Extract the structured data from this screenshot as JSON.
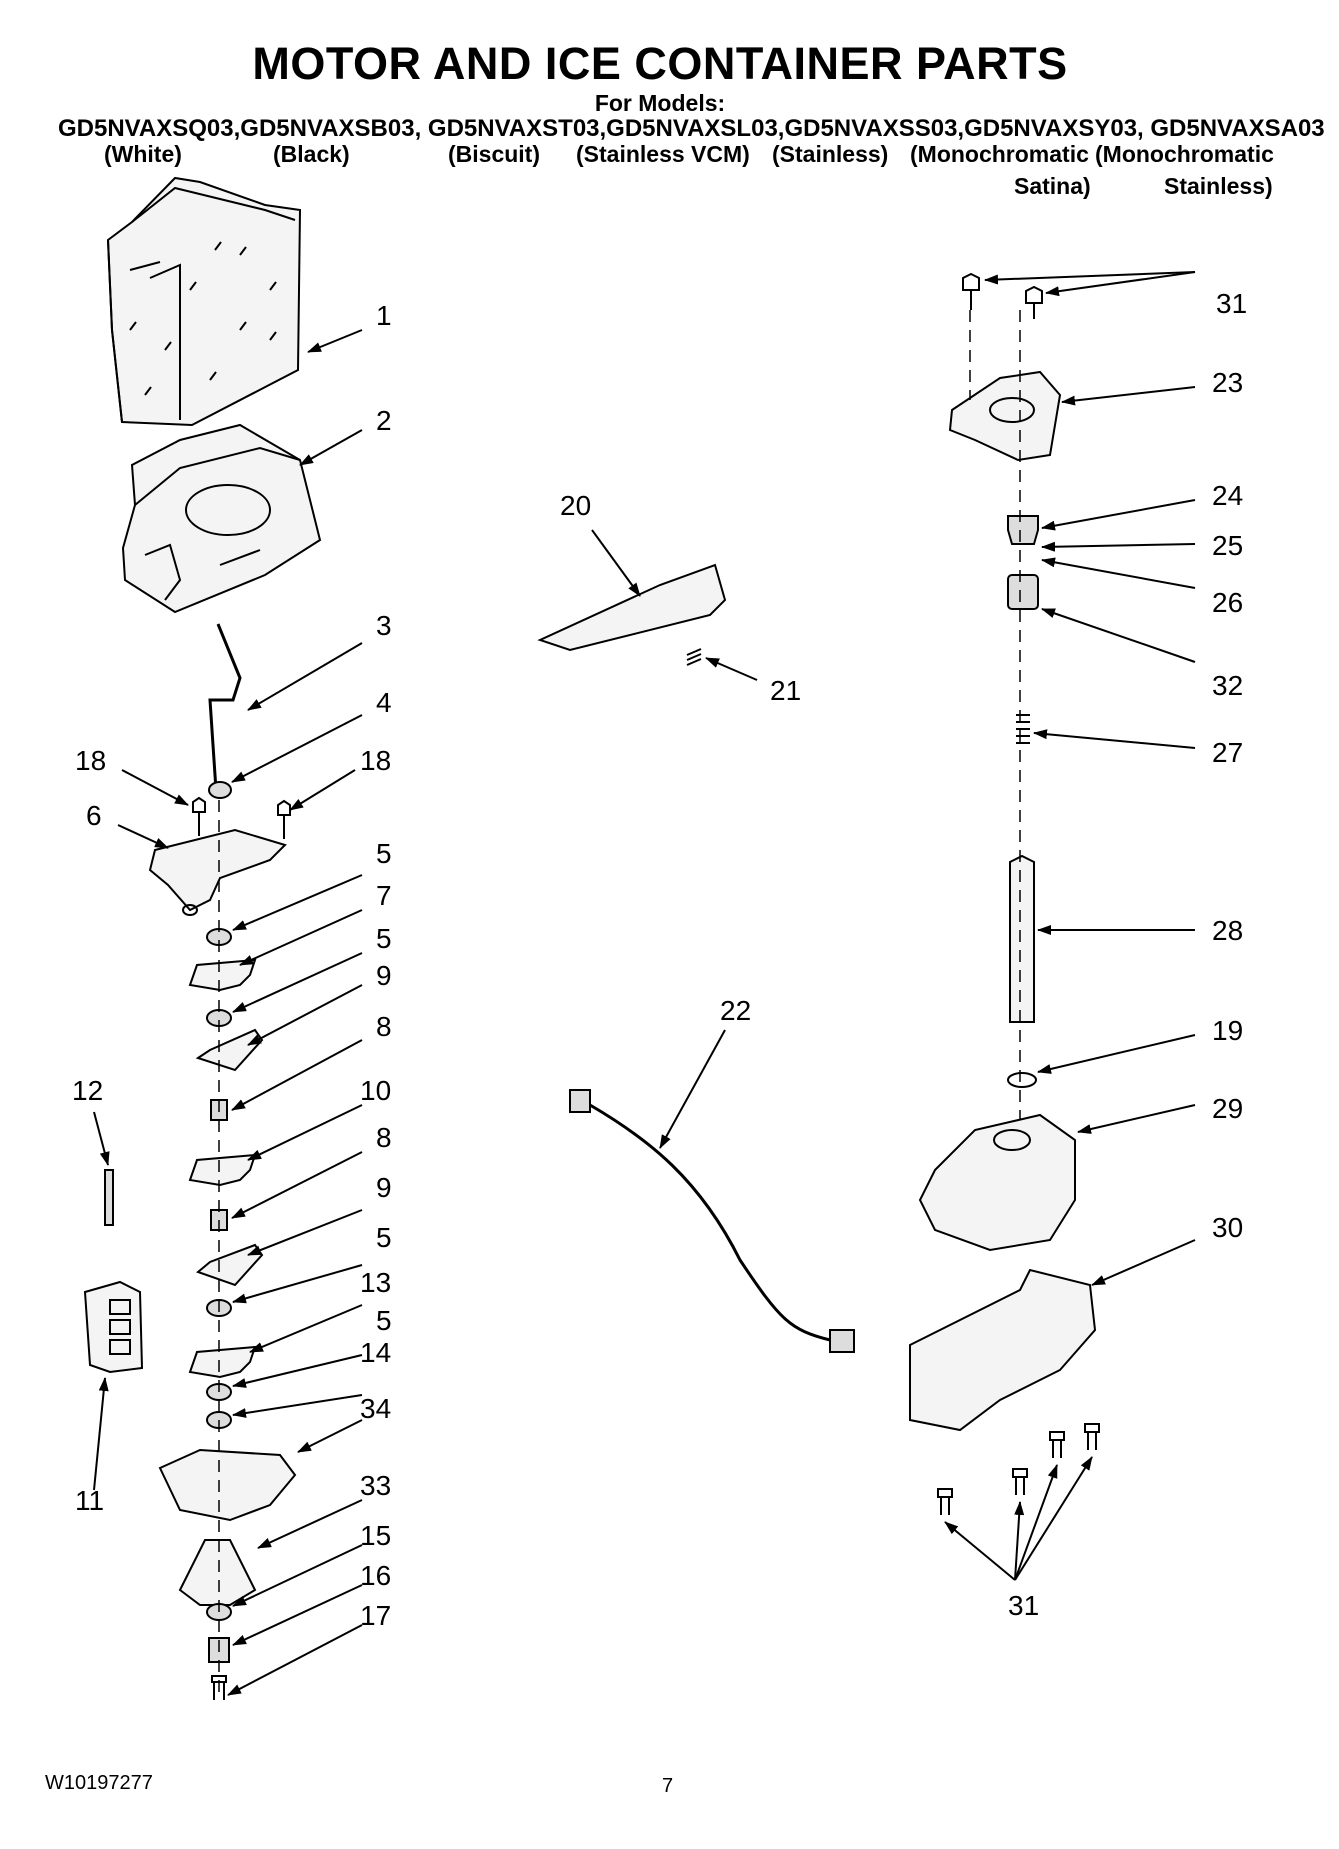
{
  "header": {
    "title": "MOTOR AND ICE CONTAINER PARTS",
    "for_models": "For Models:",
    "models_line": "GD5NVAXSQ03,GD5NVAXSB03, GD5NVAXST03,GD5NVAXSL03,GD5NVAXSS03,GD5NVAXSY03, GD5NVAXSA03",
    "colors": [
      "(White)",
      "(Black)",
      "(Biscuit)",
      "(Stainless VCM)",
      "(Stainless)",
      "(Monochromatic",
      "(Monochromatic",
      "Satina)",
      "Stainless)"
    ]
  },
  "callouts": [
    "1",
    "2",
    "3",
    "4",
    "18",
    "18",
    "6",
    "5",
    "7",
    "5",
    "9",
    "8",
    "12",
    "10",
    "8",
    "9",
    "5",
    "13",
    "5",
    "14",
    "34",
    "11",
    "33",
    "15",
    "16",
    "17",
    "20",
    "21",
    "22",
    "31",
    "23",
    "24",
    "25",
    "26",
    "32",
    "27",
    "28",
    "19",
    "29",
    "30",
    "31"
  ],
  "footer": {
    "doc_number": "W10197277",
    "page_number": "7"
  }
}
